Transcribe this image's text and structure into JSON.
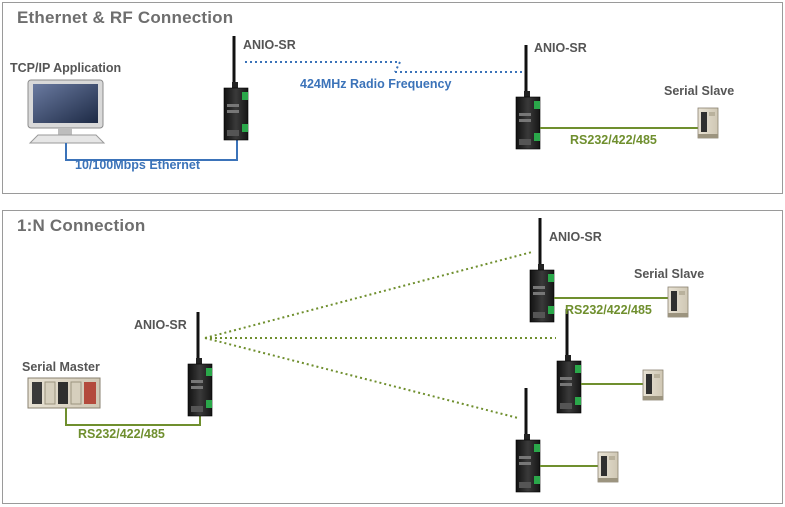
{
  "top_panel": {
    "title": "Ethernet & RF Connection",
    "tcpip_label": "TCP/IP Application",
    "device_left_label": "ANIO-SR",
    "device_right_label": "ANIO-SR",
    "radio_label": "424MHz Radio Frequency",
    "ethernet_label": "10/100Mbps Ethernet",
    "serial_slave_label": "Serial Slave",
    "serial_link_label": "RS232/422/485"
  },
  "bottom_panel": {
    "title": "1:N Connection",
    "master_device_label": "ANIO-SR",
    "serial_master_label": "Serial Master",
    "master_link_label": "RS232/422/485",
    "slave_device_label": "ANIO-SR",
    "serial_slave_label": "Serial Slave",
    "slave_link_label": "RS232/422/485"
  },
  "colors": {
    "ethernet_line": "#3b73b9",
    "radio_line": "#3b73b9",
    "serial_line": "#6f8f2e",
    "one_to_n_radio": "#6f8f2e"
  }
}
